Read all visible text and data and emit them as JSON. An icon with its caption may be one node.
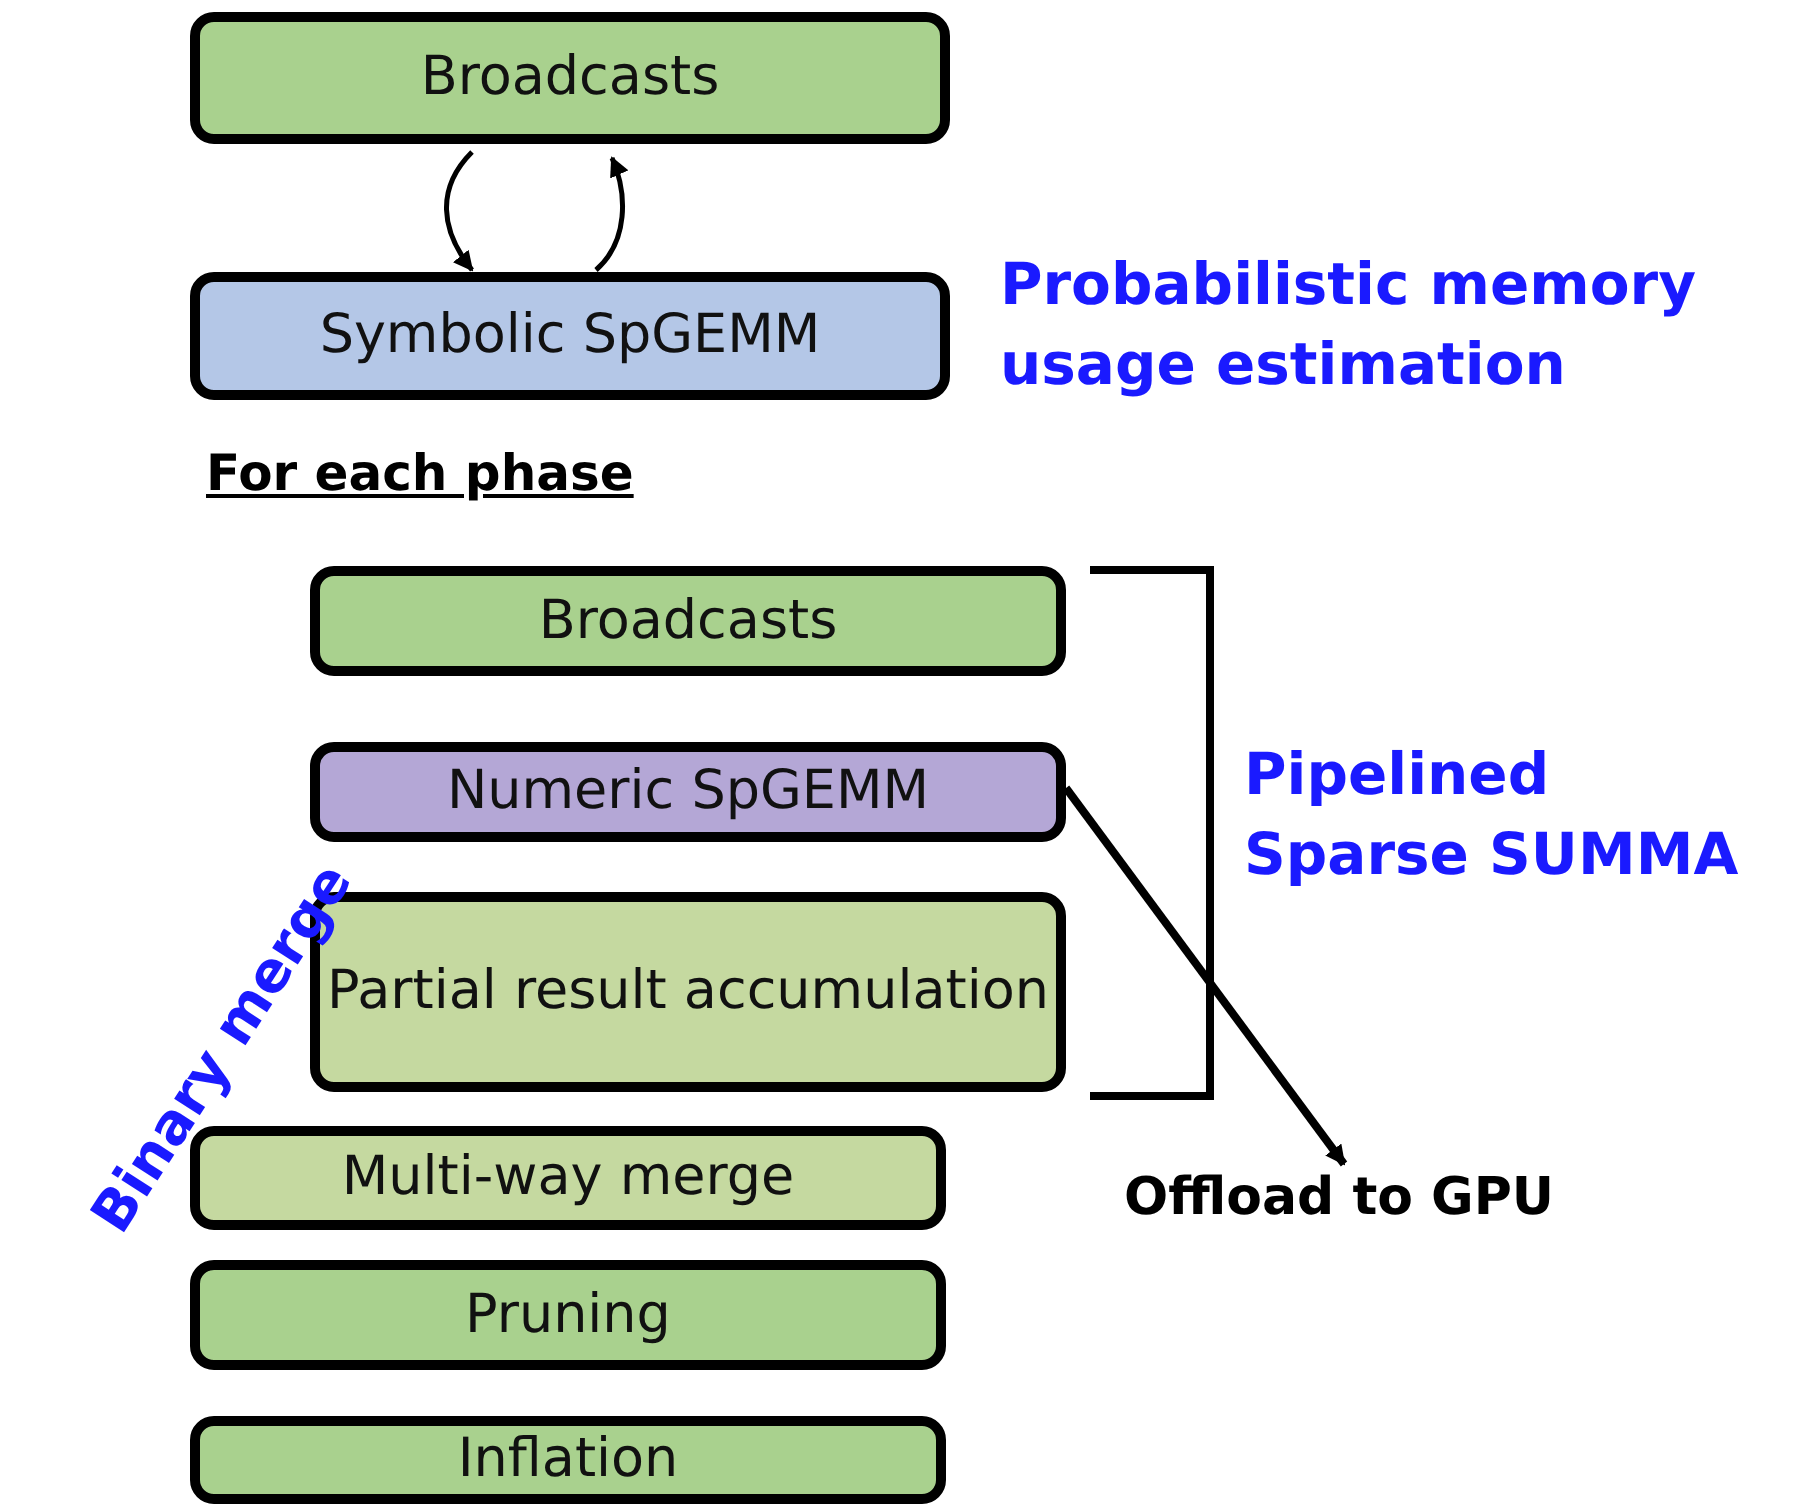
{
  "diagram": {
    "nodes": [
      {
        "text": [
          "Broadcasts"
        ]
      },
      {
        "text": [
          "Symbolic SpGEMM"
        ]
      },
      {
        "text": [
          "Broadcasts"
        ]
      },
      {
        "text": [
          "Numeric SpGEMM"
        ]
      },
      {
        "text": [
          "Partial result accumulation"
        ]
      },
      {
        "text": [
          "Multi-way merge"
        ]
      },
      {
        "text": [
          "Pruning"
        ]
      },
      {
        "text": [
          "Inflation"
        ]
      },
      {
        "text": [
          "Offload to GPU"
        ]
      }
    ],
    "edges": [
      {
        "from": 0,
        "to": 1,
        "arrow": "to"
      },
      {
        "from": 1,
        "to": 0,
        "arrow": "to"
      },
      {
        "from": 3,
        "to": 8,
        "arrow": "to"
      }
    ],
    "labels": [
      "Probabilistic memory usage estimation",
      "For each phase",
      "Pipelined Sparse SUMMA",
      "Binary merge"
    ]
  }
}
